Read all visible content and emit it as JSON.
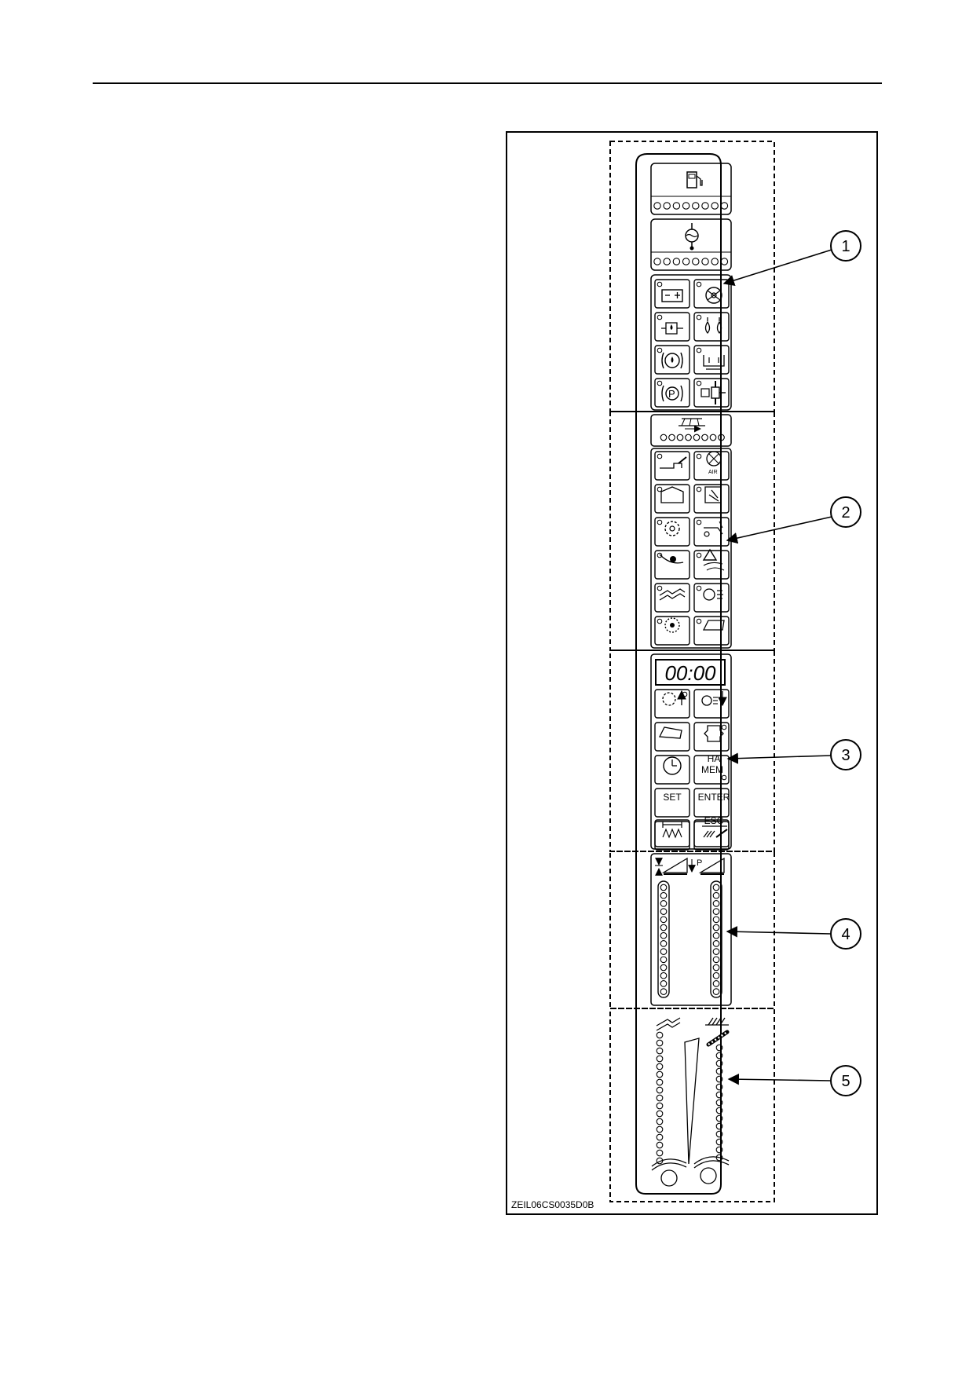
{
  "figure": {
    "code": "ZEIL06CS0035D0B",
    "callouts": [
      "1",
      "2",
      "3",
      "4",
      "5"
    ]
  },
  "panel": {
    "labels": {
      "air": "AIR",
      "display": "00:00",
      "ha": "HA",
      "mem": "MEM",
      "set": "SET",
      "enter": "ENTER",
      "esc": "ESC",
      "p": "P"
    }
  },
  "icons": {
    "section1": [
      "fuel-icon",
      "engine-temperature-icon",
      "battery-icon",
      "steering-icon",
      "engine-oil-pressure-icon",
      "hydraulic-oil-icon",
      "brake-fluid-icon",
      "filter-icon",
      "parking-brake-icon",
      "transmission-icon"
    ],
    "section2": [
      "header-icon",
      "unloading-auger-icon",
      "air-filter-icon",
      "grain-tank-icon",
      "straw-walker-icon",
      "rotor-icon",
      "chopper-icon",
      "threshing-icon",
      "warning-icon",
      "sieve-icon",
      "fan-icon",
      "beater-icon",
      "feeder-icon"
    ],
    "section3": [
      "rotor-speed-up-icon",
      "fan-speed-down-icon",
      "feeder-icon",
      "engine-icon",
      "clock-icon",
      "cutting-width-icon",
      "sieve-button-icon"
    ],
    "section4": [
      "header-height-icon",
      "header-pressure-icon"
    ],
    "section5": [
      "sieve-loss-icon",
      "walker-loss-icon"
    ]
  },
  "colors": {
    "line": "#000000",
    "background": "#ffffff"
  }
}
